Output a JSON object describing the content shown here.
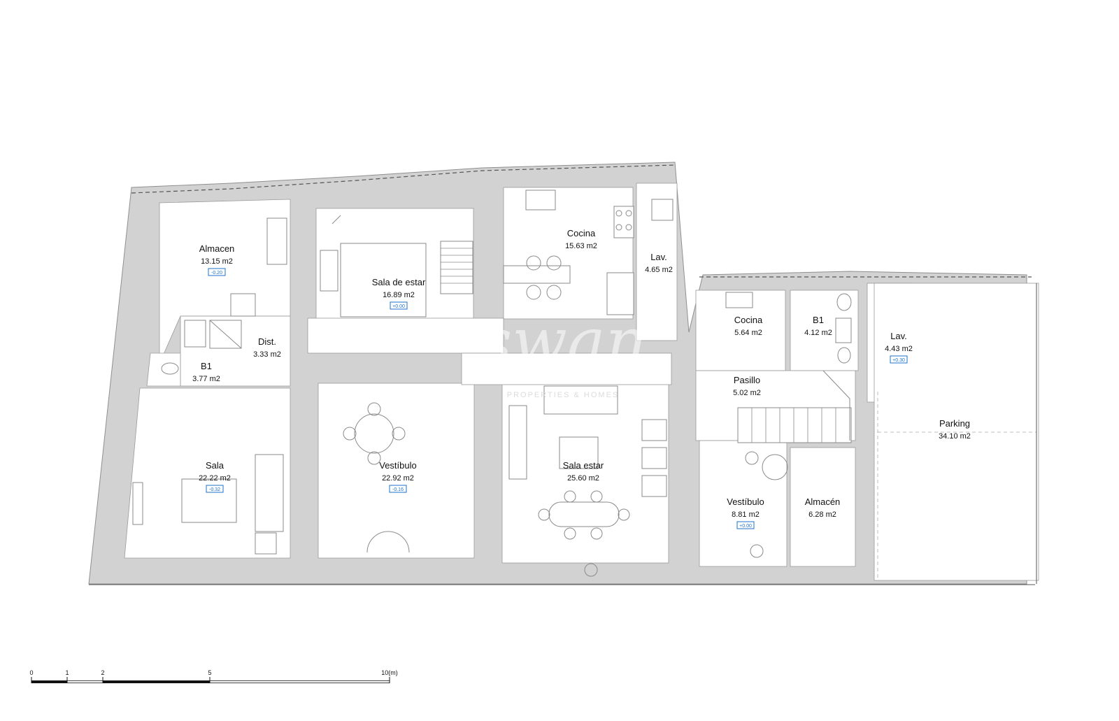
{
  "watermark": {
    "text": "swan",
    "subtitle": "PROPERTIES & HOMES"
  },
  "rooms": [
    {
      "id": "almacen-1",
      "name": "Almacen",
      "area": "13.15 m2",
      "level": "-0.20"
    },
    {
      "id": "sala-de-estar",
      "name": "Sala de estar",
      "area": "16.89 m2",
      "level": "+0.00"
    },
    {
      "id": "cocina-1",
      "name": "Cocina",
      "area": "15.63 m2",
      "level": null
    },
    {
      "id": "lav-1",
      "name": "Lav.",
      "area": "4.65 m2",
      "level": null
    },
    {
      "id": "cocina-2",
      "name": "Cocina",
      "area": "5.64 m2",
      "level": null
    },
    {
      "id": "b1-2",
      "name": "B1",
      "area": "4.12 m2",
      "level": null
    },
    {
      "id": "lav-2",
      "name": "Lav.",
      "area": "4.43 m2",
      "level": "+0.30"
    },
    {
      "id": "dist",
      "name": "Dist.",
      "area": "3.33 m2",
      "level": null
    },
    {
      "id": "b1-1",
      "name": "B1",
      "area": "3.77 m2",
      "level": null
    },
    {
      "id": "pasillo",
      "name": "Pasillo",
      "area": "5.02 m2",
      "level": null
    },
    {
      "id": "parking",
      "name": "Parking",
      "area": "34.10 m2",
      "level": null
    },
    {
      "id": "sala",
      "name": "Sala",
      "area": "22.22 m2",
      "level": "-0.32"
    },
    {
      "id": "vestibulo-1",
      "name": "Vestíbulo",
      "area": "22.92 m2",
      "level": "-0.16"
    },
    {
      "id": "sala-estar",
      "name": "Sala estar",
      "area": "25.60 m2",
      "level": null
    },
    {
      "id": "vestibulo-2",
      "name": "Vestíbulo",
      "area": "8.81 m2",
      "level": "+0.00"
    },
    {
      "id": "almacen-2",
      "name": "Almacén",
      "area": "6.28 m2",
      "level": null
    }
  ],
  "scale_bar": {
    "ticks": [
      "0",
      "1",
      "2",
      "5",
      "10(m)"
    ]
  }
}
